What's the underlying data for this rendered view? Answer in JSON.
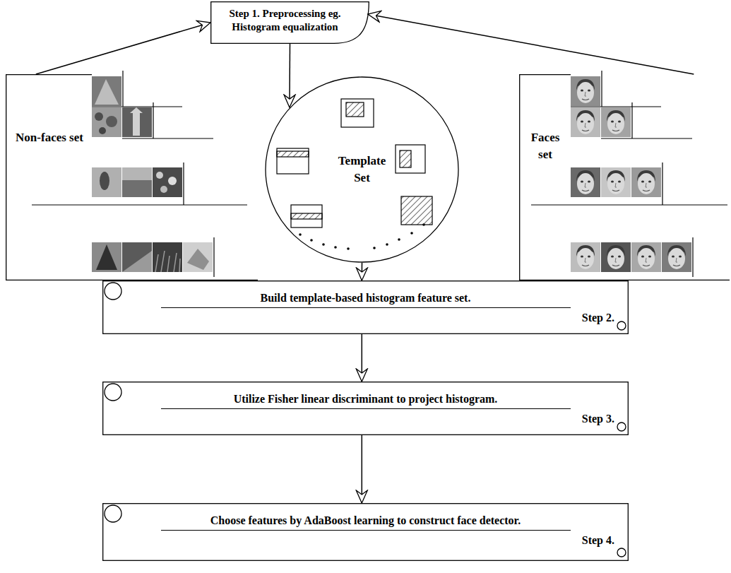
{
  "diagram": {
    "nodes": [
      {
        "text": [
          "Step 1. Preprocessing eg. Histogram equalization"
        ]
      },
      {
        "text": [
          "Non-faces set"
        ]
      },
      {
        "text": [
          "Template Set"
        ]
      },
      {
        "text": [
          "Faces set"
        ]
      },
      {
        "text": [
          "Build template-based histogram feature set.",
          "Step 2."
        ]
      },
      {
        "text": [
          "Utilize Fisher linear discriminant to project histogram.",
          "Step 3."
        ]
      },
      {
        "text": [
          "Choose features by AdaBoost learning to construct face detector.",
          "Step 4."
        ]
      }
    ],
    "edges": [
      {
        "from": 1,
        "to": 0,
        "arrow": "to"
      },
      {
        "from": 3,
        "to": 0,
        "arrow": "to"
      },
      {
        "from": 0,
        "to": 2,
        "arrow": "to"
      },
      {
        "from": 2,
        "to": 4,
        "arrow": "to"
      },
      {
        "from": 4,
        "to": 5,
        "arrow": "to"
      },
      {
        "from": 5,
        "to": 6,
        "arrow": "to"
      }
    ]
  }
}
